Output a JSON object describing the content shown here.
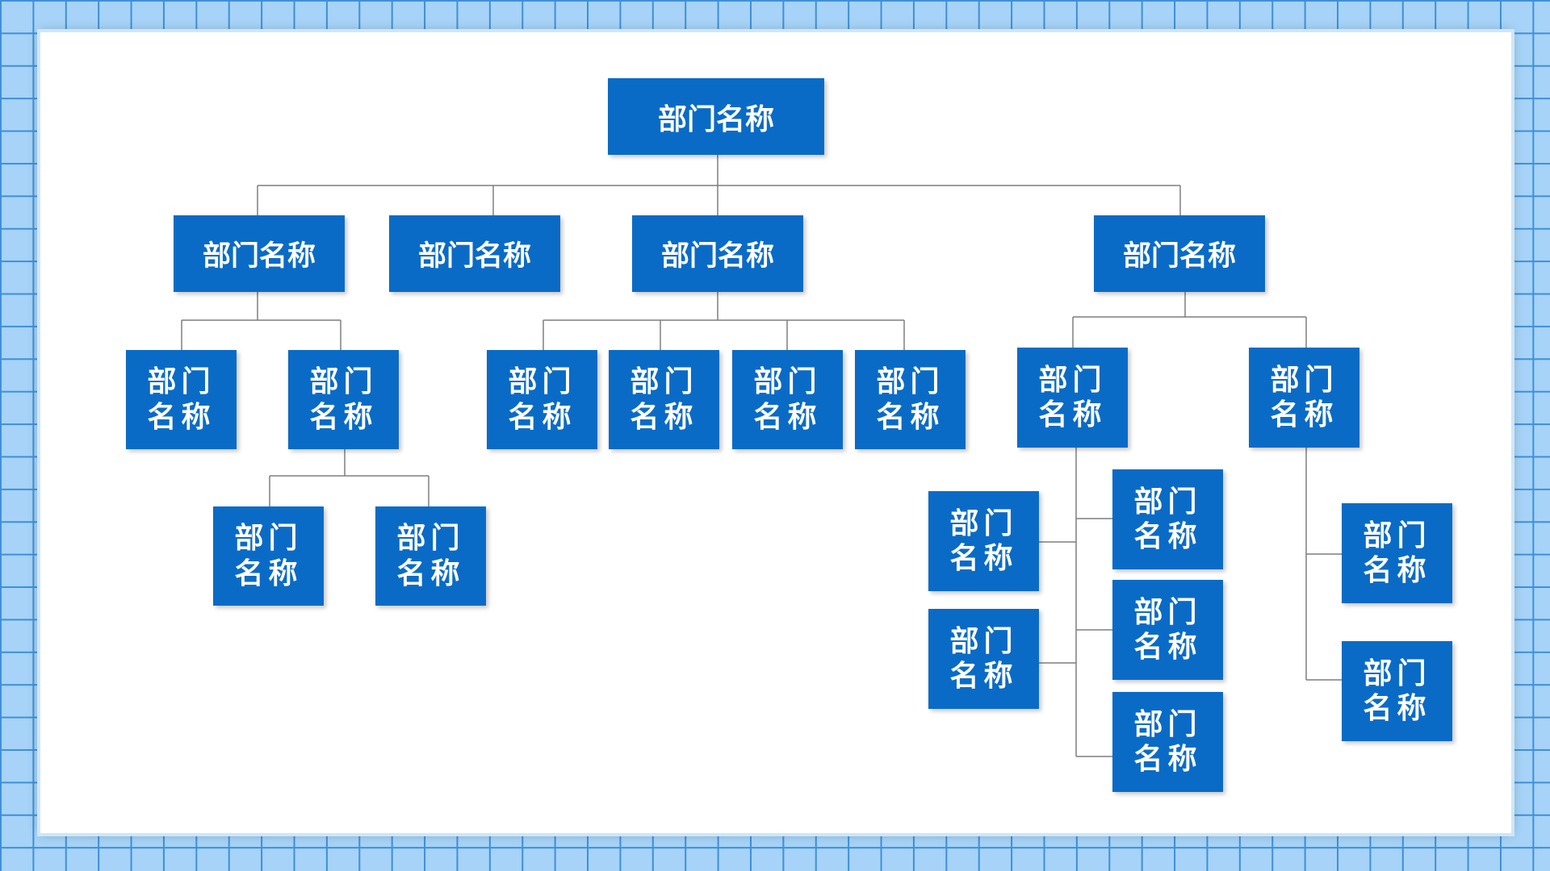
{
  "org_chart": {
    "root": {
      "label": "部门名称"
    },
    "level2": [
      {
        "label": "部门名称"
      },
      {
        "label": "部门名称"
      },
      {
        "label": "部门名称"
      },
      {
        "label": "部门名称"
      }
    ],
    "group_a": [
      {
        "label": "部门\n名称"
      },
      {
        "label": "部门\n名称"
      }
    ],
    "group_a_sub": [
      {
        "label": "部门\n名称"
      },
      {
        "label": "部门\n名称"
      }
    ],
    "group_c": [
      {
        "label": "部门\n名称"
      },
      {
        "label": "部门\n名称"
      },
      {
        "label": "部门\n名称"
      },
      {
        "label": "部门\n名称"
      }
    ],
    "group_d": [
      {
        "label": "部门\n名称"
      },
      {
        "label": "部门\n名称"
      }
    ],
    "group_d1_left": [
      {
        "label": "部门\n名称"
      },
      {
        "label": "部门\n名称"
      }
    ],
    "group_d1_right": [
      {
        "label": "部门\n名称"
      },
      {
        "label": "部门\n名称"
      },
      {
        "label": "部门\n名称"
      }
    ],
    "group_d2": [
      {
        "label": "部门\n名称"
      },
      {
        "label": "部门\n名称"
      }
    ]
  },
  "colors": {
    "box_fill": "#0a6bc6",
    "connector": "#7f7f7f",
    "frame_grid": "#3f8fd8",
    "frame_fill": "#a6d3f7"
  }
}
